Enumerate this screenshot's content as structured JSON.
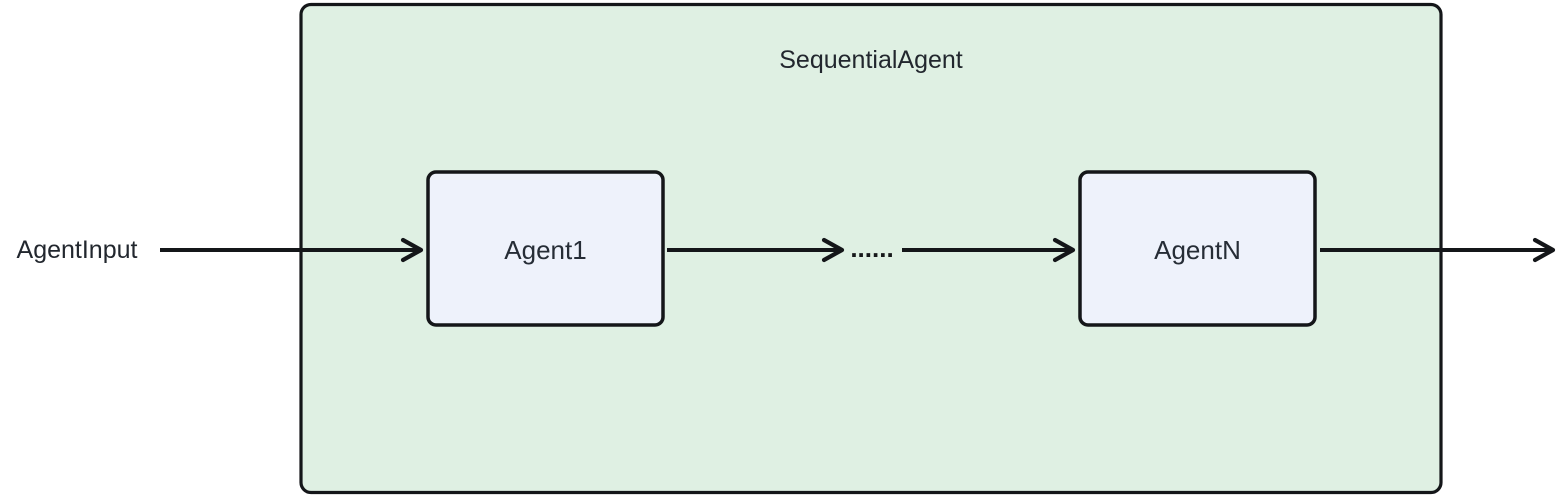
{
  "diagram": {
    "type": "flowchart-left-to-right",
    "external_input": {
      "label": "AgentInput"
    },
    "container": {
      "title": "SequentialAgent"
    },
    "nodes": [
      {
        "id": "agent1",
        "label": "Agent1"
      },
      {
        "id": "agentN",
        "label": "AgentN"
      }
    ],
    "edge_label": "......",
    "edges": [
      {
        "from": "AgentInput",
        "to": "Agent1"
      },
      {
        "from": "Agent1",
        "to": "ellipsis"
      },
      {
        "from": "ellipsis",
        "to": "AgentN"
      },
      {
        "from": "AgentN",
        "to": "output"
      }
    ],
    "colors": {
      "background": "#ffffff",
      "container_fill": "#dff0e3",
      "container_border": "#141619",
      "node_fill": "#eef2fb",
      "node_border": "#141619",
      "arrow": "#141619",
      "text": "#22272e"
    }
  }
}
